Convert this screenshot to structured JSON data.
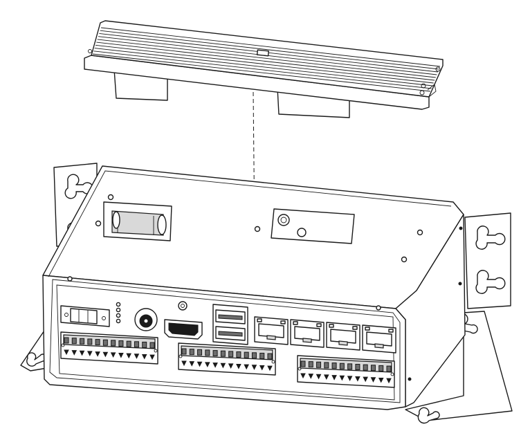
{
  "diagram": {
    "colors": {
      "line": "#1a1a1a",
      "background": "#ffffff",
      "shade_light": "#d9d9d9",
      "shade_dark": "#6d6d6d"
    },
    "parts": {
      "heatsink": "heatsink-module",
      "enclosure": "controller-enclosure",
      "mount_bracket_icon": "keyhole-bracket-icon",
      "ethernet_icon": "ethernet-port-icon",
      "usb_icon": "usb-port-icon",
      "hdmi_icon": "hdmi-port-icon",
      "power_icon": "dc-jack-icon",
      "terminal_icon": "terminal-block-icon",
      "led_icon": "status-led-icon"
    },
    "counts": {
      "ethernet_ports": 4,
      "usb_ports": 2,
      "status_leds": 4,
      "terminal_blocks": 3,
      "terminal_pins_per_block": 12
    }
  }
}
